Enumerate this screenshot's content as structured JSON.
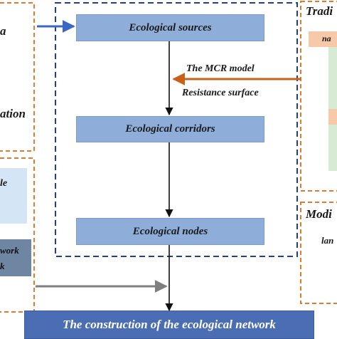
{
  "flow": {
    "sources": "Ecological sources",
    "corridors": "Ecological corridors",
    "nodes": "Ecological nodes",
    "construction": "The construction of the ecological network"
  },
  "annotations": {
    "mcr_model": "The MCR model",
    "resistance_surface": "Resistance surface"
  },
  "left_partial": {
    "fragment_a": "a",
    "fragment_ation": "ation",
    "fragment_le": "le",
    "fragment_work": "work",
    "fragment_k": "k"
  },
  "right_partial": {
    "traditional_title": "Tradi",
    "traditional_item": "na",
    "modified_title": "Modi",
    "modified_item": "lan"
  },
  "colors": {
    "flow_box": "#8fadd9",
    "bottom_box": "#4a6db3",
    "dashed_blue": "#1f3f8f",
    "dashed_orange": "#e07b2e",
    "arrow_orange": "#c8621a",
    "arrow_blue": "#3a66c4",
    "arrow_gray": "#7f7f7f",
    "left_light_blue_box": "#d4e6f5",
    "left_slate_box": "#6f86a3",
    "right_peach_box": "#f7c9a9",
    "right_green_box": "#d7ead3"
  }
}
